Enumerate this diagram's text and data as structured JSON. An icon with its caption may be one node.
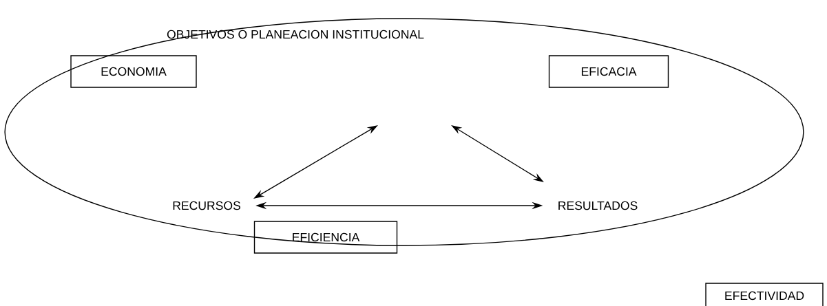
{
  "diagram": {
    "nodes": [
      {
        "text": [],
        "shape": "ellipse"
      },
      {
        "text": [
          "OBJETIVOS O PLANEACION INSTITUCIONAL"
        ],
        "in": 0
      },
      {
        "text": [
          "ECONOMIA"
        ],
        "in": 0
      },
      {
        "text": [
          "EFICACIA"
        ],
        "in": 0
      },
      {
        "text": [
          "RECURSOS"
        ],
        "in": 0
      },
      {
        "text": [
          "RESULTADOS"
        ],
        "in": 0
      },
      {
        "text": [
          "EFICIENCIA"
        ],
        "in": 0
      },
      {
        "text": [
          "EFECTIVIDAD"
        ]
      }
    ],
    "edges": [
      {
        "from": 4,
        "to": null,
        "arrow": "both"
      },
      {
        "from": null,
        "to": 5,
        "arrow": "both"
      },
      {
        "from": 4,
        "to": 5,
        "arrow": "both"
      }
    ]
  }
}
